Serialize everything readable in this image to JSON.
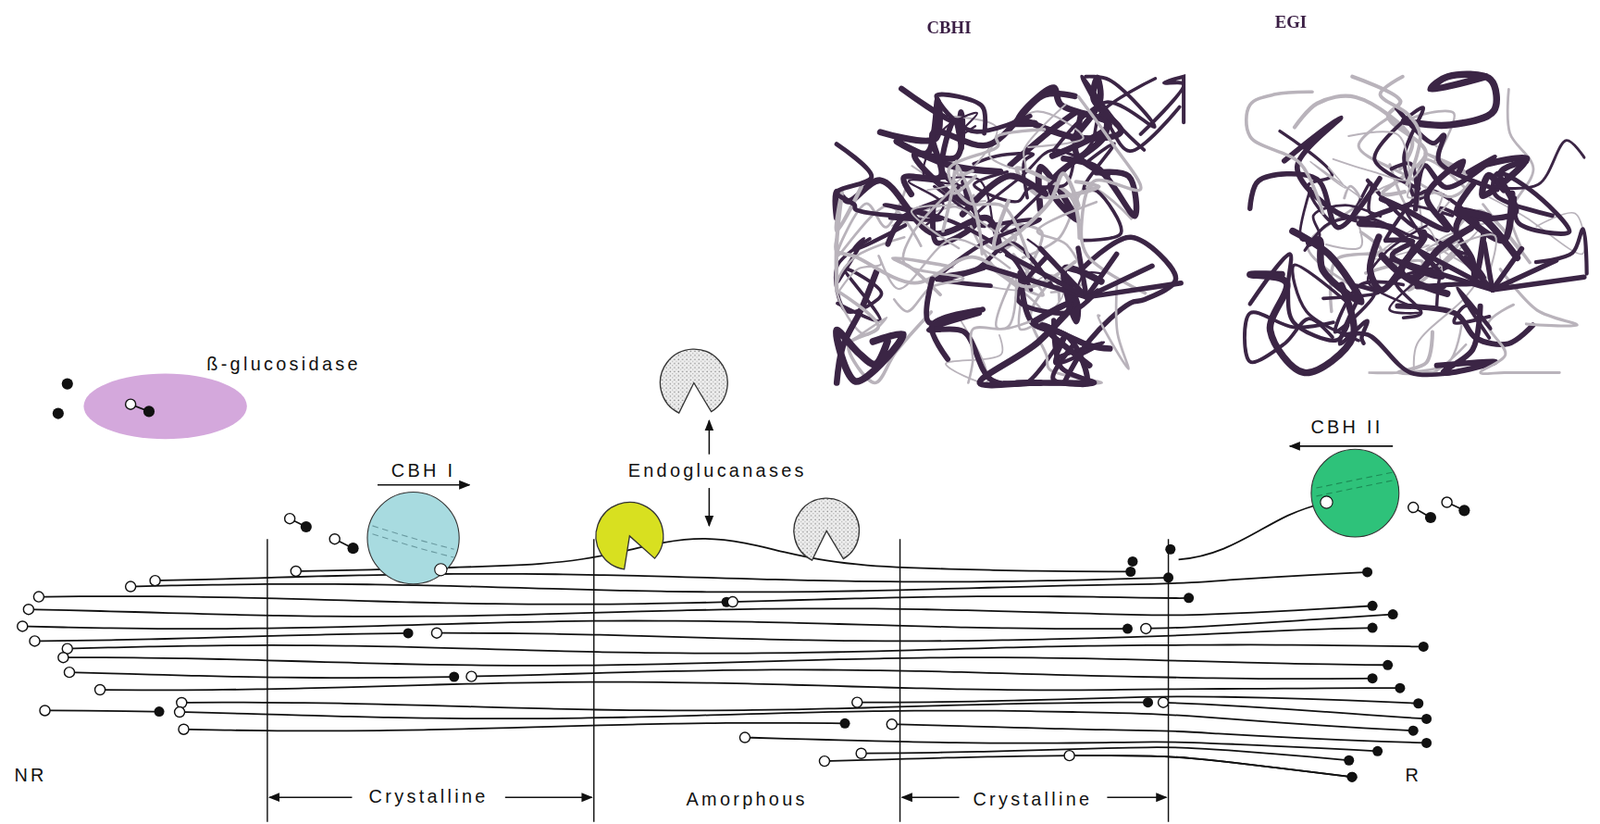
{
  "diagram": {
    "labels": [
      "CBHI",
      "EGI",
      "ß-glucosidase",
      "CBH I",
      "Endoglucanases",
      "CBH II",
      "Crystalline",
      "Amorphous",
      "Crystalline",
      "NR",
      "R"
    ]
  }
}
